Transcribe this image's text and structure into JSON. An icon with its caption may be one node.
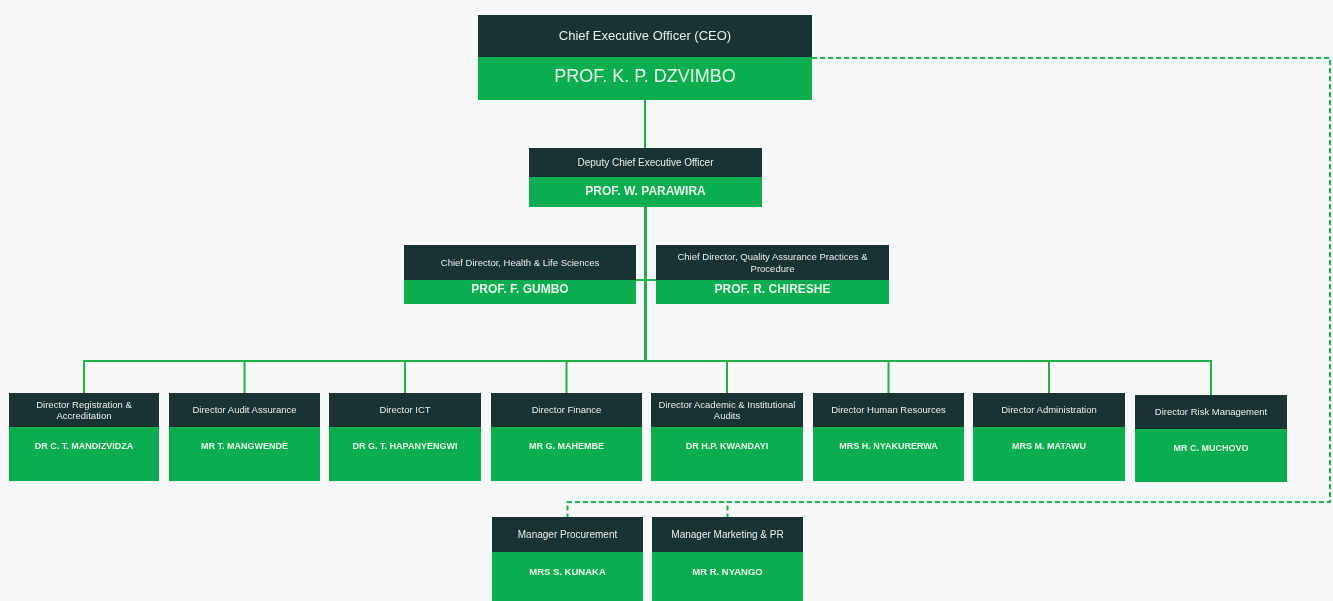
{
  "diagram": {
    "nodes": [
      {
        "text": [
          "Chief Executive Officer (CEO)",
          "PROF. K. P. DZVIMBO"
        ]
      },
      {
        "text": [
          "Deputy Chief Executive Officer",
          "PROF. W. PARAWIRA"
        ]
      },
      {
        "text": [
          "Chief Director, Health & Life Sciences",
          "PROF. F. GUMBO"
        ]
      },
      {
        "text": [
          "Chief Director, Quality Assurance Practices & Procedure",
          "PROF. R. CHIRESHE"
        ]
      },
      {
        "text": [
          "Director Registration & Accreditation",
          "DR C. T. MANDIZVIDZA"
        ]
      },
      {
        "text": [
          "Director Audit Assurance",
          "MR T. MANGWENDE"
        ]
      },
      {
        "text": [
          "Director ICT",
          "DR G. T. HAPANYENGWI"
        ]
      },
      {
        "text": [
          "Director Finance",
          "MR G. MAHEMBE"
        ]
      },
      {
        "text": [
          "Director Academic & Institutional Audits",
          "DR H.P. KWANDAYI"
        ]
      },
      {
        "text": [
          "Director Human Resources",
          "MRS H. NYAKURERWA"
        ]
      },
      {
        "text": [
          "Director Administration",
          "MRS M. MATAWU"
        ]
      },
      {
        "text": [
          "Director Risk Management",
          "MR C. MUCHOVO"
        ]
      },
      {
        "text": [
          "Manager Procurement",
          "MRS S. KUNAKA"
        ]
      },
      {
        "text": [
          "Manager Marketing & PR",
          "MR R. NYANGO"
        ]
      }
    ],
    "edges": [
      {
        "from": 0,
        "to": 1,
        "arrow": "none"
      },
      {
        "from": 1,
        "to": 2,
        "arrow": "none"
      },
      {
        "from": 1,
        "to": 3,
        "arrow": "none"
      },
      {
        "from": 1,
        "to": 4,
        "arrow": "none"
      },
      {
        "from": 1,
        "to": 5,
        "arrow": "none"
      },
      {
        "from": 1,
        "to": 6,
        "arrow": "none"
      },
      {
        "from": 1,
        "to": 7,
        "arrow": "none"
      },
      {
        "from": 1,
        "to": 8,
        "arrow": "none"
      },
      {
        "from": 1,
        "to": 9,
        "arrow": "none"
      },
      {
        "from": 1,
        "to": 10,
        "arrow": "none"
      },
      {
        "from": 1,
        "to": 11,
        "arrow": "none"
      },
      {
        "from": 0,
        "to": 12,
        "arrow": "none",
        "style": "dashed"
      },
      {
        "from": 0,
        "to": 13,
        "arrow": "none",
        "style": "dashed"
      }
    ]
  }
}
